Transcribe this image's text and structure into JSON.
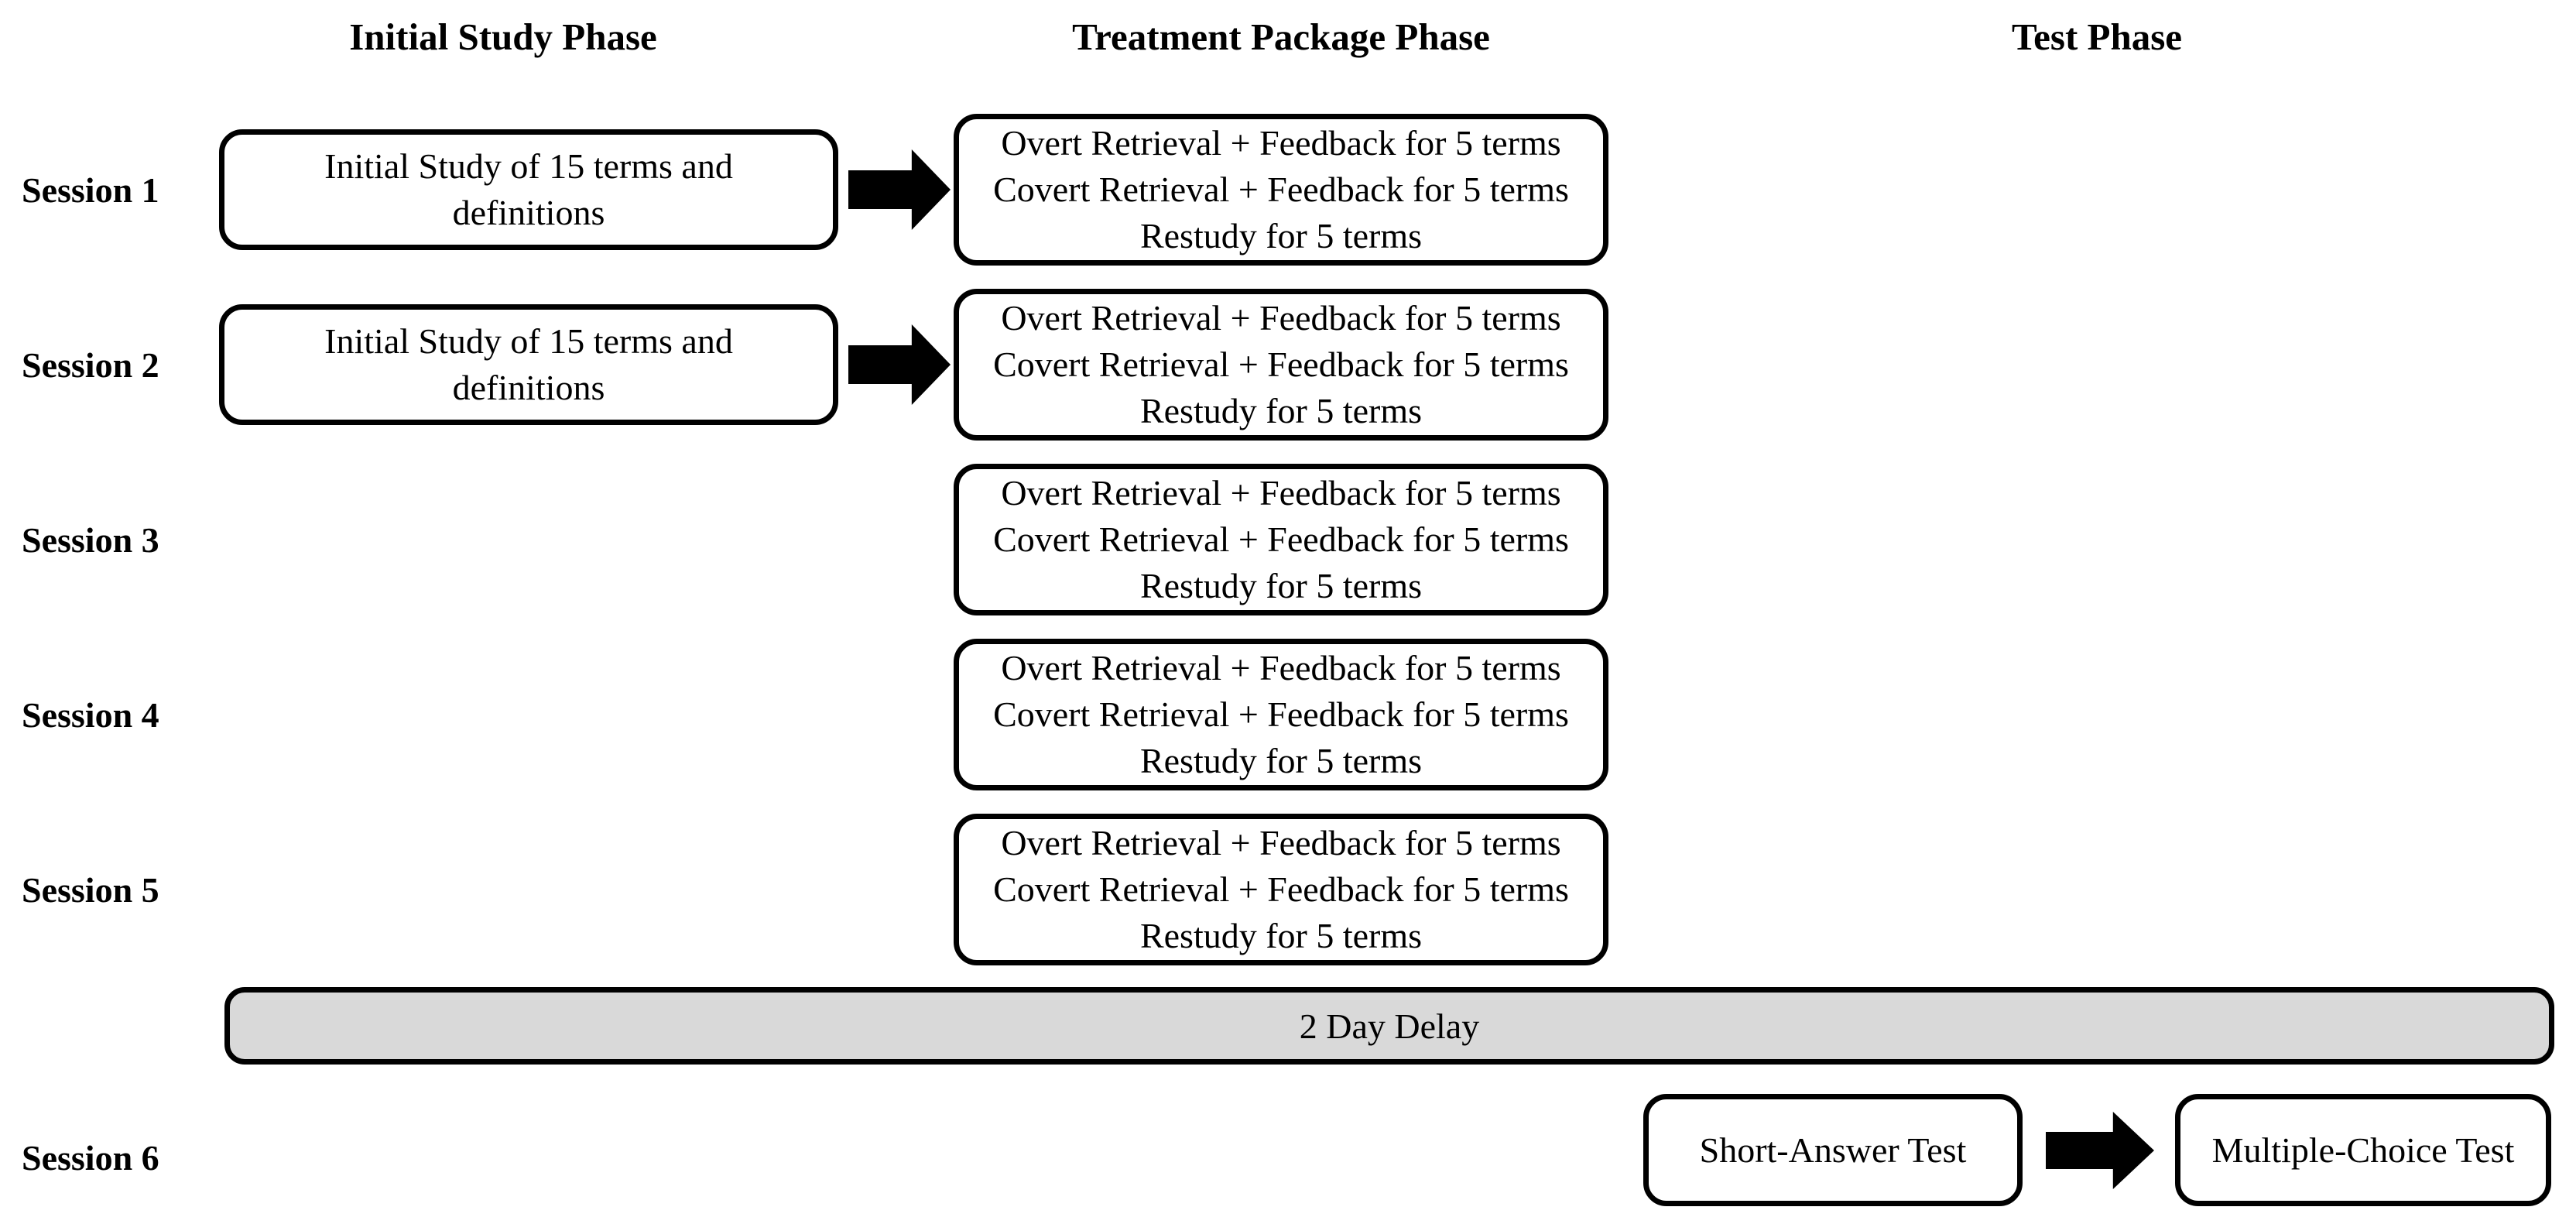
{
  "columns": [
    {
      "label": "Initial Study Phase"
    },
    {
      "label": "Treatment Package Phase"
    },
    {
      "label": "Test Phase"
    }
  ],
  "sessions": [
    {
      "label": "Session 1"
    },
    {
      "label": "Session 2"
    },
    {
      "label": "Session 3"
    },
    {
      "label": "Session 4"
    },
    {
      "label": "Session 5"
    },
    {
      "label": "Session 6"
    }
  ],
  "study_box": {
    "lines": [
      "Initial Study of 15 terms and",
      "definitions"
    ]
  },
  "treatment_box": {
    "lines": [
      "Overt Retrieval + Feedback for 5 terms",
      "Covert Retrieval + Feedback for 5 terms",
      "Restudy for 5 terms"
    ]
  },
  "delay": {
    "label": "2 Day Delay"
  },
  "tests": {
    "short_answer": "Short-Answer Test",
    "multiple_choice": "Multiple-Choice Test"
  },
  "icons": {
    "arrow": "black-right-arrow"
  },
  "colors": {
    "background": "#ffffff",
    "text": "#000000",
    "box_border": "#000000",
    "delay_fill": "#d9d9d9",
    "arrow_fill": "#000000"
  }
}
